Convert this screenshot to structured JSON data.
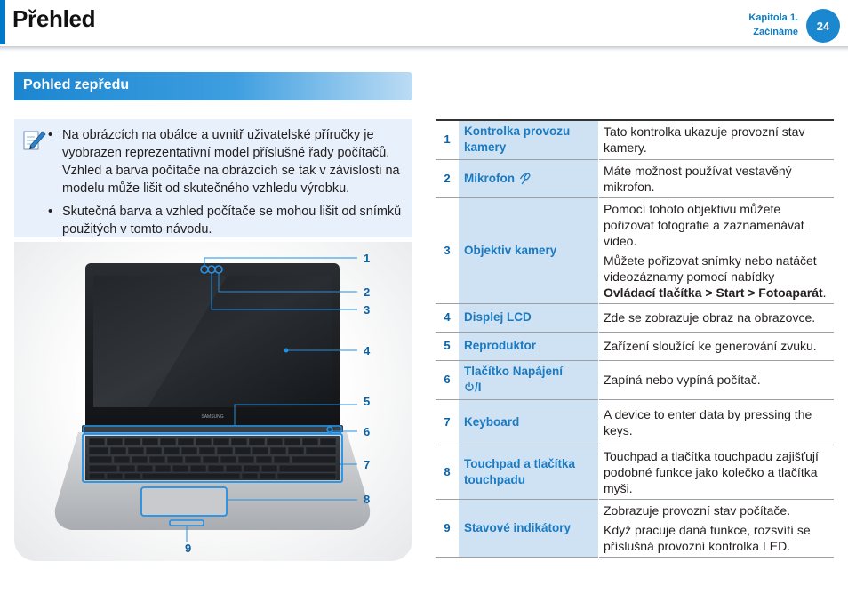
{
  "header": {
    "title": "Přehled",
    "chapter_line1": "Kapitola 1.",
    "chapter_line2": "Začínáme",
    "page_number": "24"
  },
  "section": {
    "title": "Pohled zepředu"
  },
  "note": {
    "icon": "note-pencil-icon",
    "items": [
      "Na obrázcích na obálce a uvnitř uživatelské příručky je vyobrazen reprezentativní model příslušné řady počítačů. Vzhled a barva počítače na obrázcích se tak v závislosti na modelu může lišit od skutečného vzhledu výrobku.",
      "Skutečná barva a vzhled počítače se mohou lišit od snímků použitých v tomto návodu."
    ]
  },
  "laptop": {
    "brand": "SAMSUNG",
    "callouts": [
      "1",
      "2",
      "3",
      "4",
      "5",
      "6",
      "7",
      "8",
      "9"
    ]
  },
  "table": {
    "rows": [
      {
        "num": "1",
        "name": "Kontrolka provozu kamery",
        "desc": [
          "Tato kontrolka ukazuje provozní stav kamery."
        ]
      },
      {
        "num": "2",
        "name": "Mikrofon",
        "icon": "microphone-icon",
        "desc": [
          "Máte možnost používat vestavěný mikrofon."
        ]
      },
      {
        "num": "3",
        "name": "Objektiv kamery",
        "desc": [
          "Pomocí tohoto objektivu můžete pořizovat fotografie a zaznamenávat video."
        ],
        "desc2_prefix": "Můžete pořizovat snímky nebo natáčet videozáznamy pomocí nabídky ",
        "desc2_bold": "Ovládací tlačítka > Start > Fotoaparát",
        "desc2_suffix": "."
      },
      {
        "num": "4",
        "name": "Displej LCD",
        "desc": [
          "Zde se zobrazuje obraz na obrazovce."
        ]
      },
      {
        "num": "5",
        "name": "Reproduktor",
        "desc": [
          "Zařízení sloužící ke generování zvuku."
        ]
      },
      {
        "num": "6",
        "name": "Tlačítko Napájení",
        "name_suffix": "/I",
        "icon": "power-icon",
        "desc": [
          "Zapíná nebo vypíná počítač."
        ]
      },
      {
        "num": "7",
        "name": "Keyboard",
        "desc": [
          "A device to enter data by pressing the keys."
        ]
      },
      {
        "num": "8",
        "name": "Touchpad a tlačítka touchpadu",
        "desc": [
          "Touchpad a tlačítka touchpadu zajišťují podobné funkce jako kolečko a tlačítka myši."
        ]
      },
      {
        "num": "9",
        "name": "Stavové indikátory",
        "desc": [
          "Zobrazuje provozní stav počítače.",
          "Když pracuje daná funkce, rozsvítí se příslušná provozní kontrolka LED."
        ]
      }
    ]
  },
  "colors": {
    "accent": "#1a87cf",
    "name_cell": "#cfe2f3",
    "highlight": "#1e90e6",
    "note_bg": "#e8f1fb"
  }
}
